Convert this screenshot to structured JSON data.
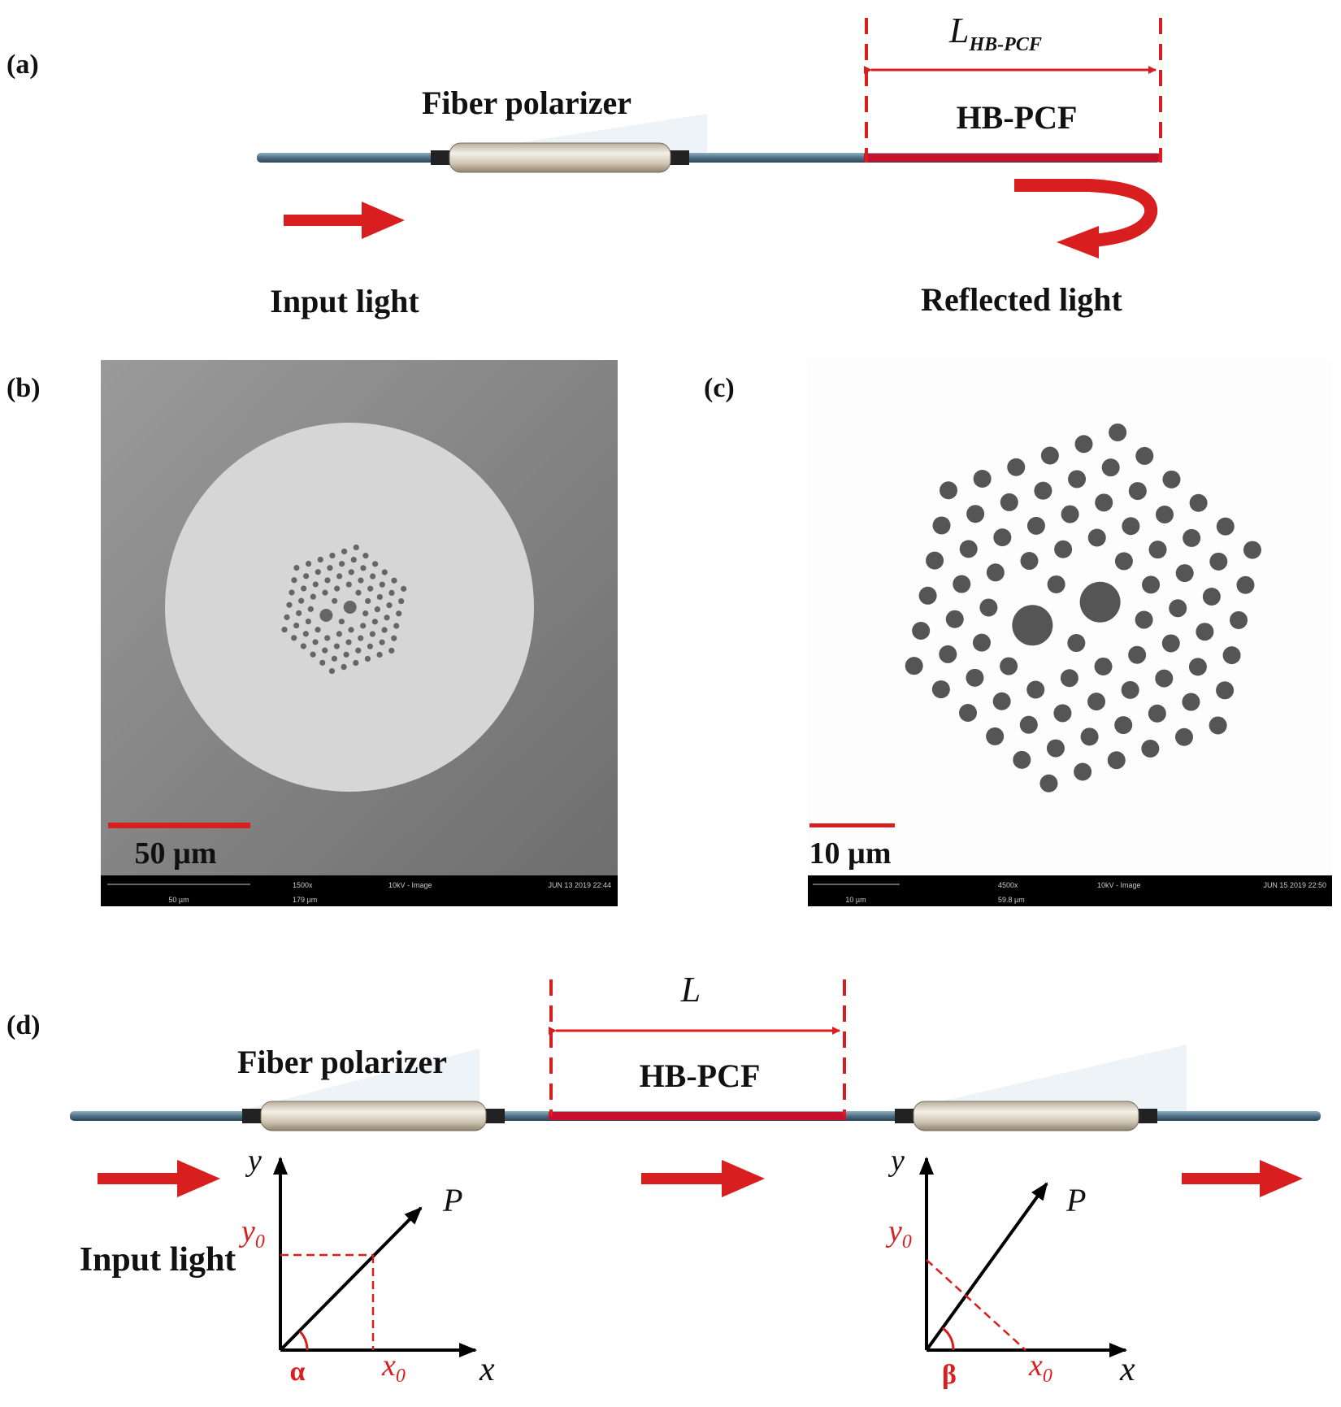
{
  "panel_a": {
    "label": "(a)",
    "polarizer_label": "Fiber polarizer",
    "length_label_main": "L",
    "length_label_sub": "HB-PCF",
    "segment_label": "HB-PCF",
    "input_label": "Input light",
    "reflected_label": "Reflected light"
  },
  "panel_b": {
    "label": "(b)",
    "scale_label": "50 µm",
    "info_scale": "50 µm",
    "info_mag": "1500x",
    "info_fov": "179 µm",
    "info_mode": "10kV - Image",
    "info_date": "JUN 13 2019 22:44"
  },
  "panel_c": {
    "label": "(c)",
    "scale_label": "10 µm",
    "info_scale": "10 µm",
    "info_mag": "4500x",
    "info_fov": "59.8 µm",
    "info_mode": "10kV - Image",
    "info_date": "JUN 15 2019 22:50"
  },
  "panel_d": {
    "label": "(d)",
    "polarizer_label": "Fiber polarizer",
    "length_label": "L",
    "segment_label": "HB-PCF",
    "input_label": "Input light",
    "axes1": {
      "y": "y",
      "x": "x",
      "p": "P",
      "y0": "y",
      "y0_sub": "0",
      "x0": "x",
      "x0_sub": "0",
      "angle": "α"
    },
    "axes2": {
      "y": "y",
      "x": "x",
      "p": "P",
      "y0": "y",
      "y0_sub": "0",
      "x0": "x",
      "x0_sub": "0",
      "angle": "β"
    }
  },
  "colors": {
    "red": "#d81e1e",
    "fiber": "#5b7a90"
  }
}
